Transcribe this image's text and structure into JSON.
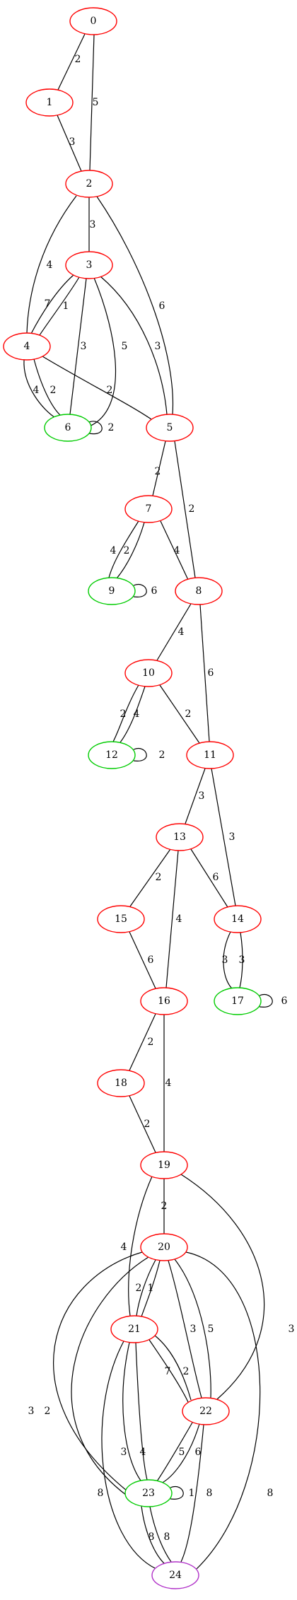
{
  "colors": {
    "default": "#ff0000",
    "green": "#00cc00",
    "purple": "#b030c8",
    "edge": "#000000"
  },
  "nodes": [
    {
      "id": "n0",
      "label": "0",
      "color": "red"
    },
    {
      "id": "n1",
      "label": "1",
      "color": "red"
    },
    {
      "id": "n2",
      "label": "2",
      "color": "red"
    },
    {
      "id": "n3",
      "label": "3",
      "color": "red"
    },
    {
      "id": "n4",
      "label": "4",
      "color": "red"
    },
    {
      "id": "n5",
      "label": "5",
      "color": "red"
    },
    {
      "id": "n6",
      "label": "6",
      "color": "green"
    },
    {
      "id": "n7",
      "label": "7",
      "color": "red"
    },
    {
      "id": "n8",
      "label": "8",
      "color": "red"
    },
    {
      "id": "n9",
      "label": "9",
      "color": "green"
    },
    {
      "id": "n10",
      "label": "10",
      "color": "red"
    },
    {
      "id": "n11",
      "label": "11",
      "color": "red"
    },
    {
      "id": "n12",
      "label": "12",
      "color": "green"
    },
    {
      "id": "n13",
      "label": "13",
      "color": "red"
    },
    {
      "id": "n14",
      "label": "14",
      "color": "red"
    },
    {
      "id": "n15",
      "label": "15",
      "color": "red"
    },
    {
      "id": "n16",
      "label": "16",
      "color": "red"
    },
    {
      "id": "n17",
      "label": "17",
      "color": "green"
    },
    {
      "id": "n18",
      "label": "18",
      "color": "red"
    },
    {
      "id": "n19",
      "label": "19",
      "color": "red"
    },
    {
      "id": "n20",
      "label": "20",
      "color": "red"
    },
    {
      "id": "n21",
      "label": "21",
      "color": "red"
    },
    {
      "id": "n22",
      "label": "22",
      "color": "red"
    },
    {
      "id": "n23",
      "label": "23",
      "color": "green"
    },
    {
      "id": "n24",
      "label": "24",
      "color": "purple"
    }
  ],
  "edges": [
    {
      "id": "e0-1",
      "from": "0",
      "to": "1",
      "label": "2"
    },
    {
      "id": "e0-2",
      "from": "0",
      "to": "2",
      "label": "5"
    },
    {
      "id": "e1-2",
      "from": "1",
      "to": "2",
      "label": "3"
    },
    {
      "id": "e2-3",
      "from": "2",
      "to": "3",
      "label": "3"
    },
    {
      "id": "e2-4",
      "from": "2",
      "to": "4",
      "label": "4"
    },
    {
      "id": "e2-5",
      "from": "2",
      "to": "5",
      "label": "6"
    },
    {
      "id": "e3-4a",
      "from": "3",
      "to": "4",
      "label": "7"
    },
    {
      "id": "e3-4b",
      "from": "3",
      "to": "4",
      "label": "1"
    },
    {
      "id": "e3-6a",
      "from": "3",
      "to": "6",
      "label": "3"
    },
    {
      "id": "e3-6b",
      "from": "3",
      "to": "6",
      "label": "5"
    },
    {
      "id": "e3-5",
      "from": "3",
      "to": "5",
      "label": "3"
    },
    {
      "id": "e4-6a",
      "from": "4",
      "to": "6",
      "label": "4"
    },
    {
      "id": "e4-6b",
      "from": "4",
      "to": "6",
      "label": "2"
    },
    {
      "id": "e4-5",
      "from": "4",
      "to": "5",
      "label": "2"
    },
    {
      "id": "e6-6",
      "from": "6",
      "to": "6",
      "label": "2"
    },
    {
      "id": "e5-7",
      "from": "5",
      "to": "7",
      "label": "2"
    },
    {
      "id": "e5-8",
      "from": "5",
      "to": "8",
      "label": "2"
    },
    {
      "id": "e7-9a",
      "from": "7",
      "to": "9",
      "label": "4"
    },
    {
      "id": "e7-9b",
      "from": "7",
      "to": "9",
      "label": "2"
    },
    {
      "id": "e7-8",
      "from": "7",
      "to": "8",
      "label": "4"
    },
    {
      "id": "e9-9",
      "from": "9",
      "to": "9",
      "label": "6"
    },
    {
      "id": "e8-10",
      "from": "8",
      "to": "10",
      "label": "4"
    },
    {
      "id": "e8-11",
      "from": "8",
      "to": "11",
      "label": "6"
    },
    {
      "id": "e10-12a",
      "from": "10",
      "to": "12",
      "label": "2"
    },
    {
      "id": "e10-12b",
      "from": "10",
      "to": "12",
      "label": "4"
    },
    {
      "id": "e10-11",
      "from": "10",
      "to": "11",
      "label": "2"
    },
    {
      "id": "e12-12",
      "from": "12",
      "to": "12",
      "label": "2"
    },
    {
      "id": "e11-13",
      "from": "11",
      "to": "13",
      "label": "3"
    },
    {
      "id": "e11-14",
      "from": "11",
      "to": "14",
      "label": "3"
    },
    {
      "id": "e13-15",
      "from": "13",
      "to": "15",
      "label": "2"
    },
    {
      "id": "e13-14",
      "from": "13",
      "to": "14",
      "label": "6"
    },
    {
      "id": "e13-16",
      "from": "13",
      "to": "16",
      "label": "4"
    },
    {
      "id": "e14-17a",
      "from": "14",
      "to": "17",
      "label": "3"
    },
    {
      "id": "e14-17b",
      "from": "14",
      "to": "17",
      "label": "3"
    },
    {
      "id": "e17-17",
      "from": "17",
      "to": "17",
      "label": "6"
    },
    {
      "id": "e15-16",
      "from": "15",
      "to": "16",
      "label": "6"
    },
    {
      "id": "e16-18",
      "from": "16",
      "to": "18",
      "label": "2"
    },
    {
      "id": "e16-19",
      "from": "16",
      "to": "19",
      "label": "4"
    },
    {
      "id": "e18-19",
      "from": "18",
      "to": "19",
      "label": "2"
    },
    {
      "id": "e19-20",
      "from": "19",
      "to": "20",
      "label": "2"
    },
    {
      "id": "e19-21",
      "from": "19",
      "to": "21",
      "label": "4"
    },
    {
      "id": "e19-22",
      "from": "19",
      "to": "22",
      "label": "3"
    },
    {
      "id": "e20-21a",
      "from": "20",
      "to": "21",
      "label": "2"
    },
    {
      "id": "e20-21b",
      "from": "20",
      "to": "21",
      "label": "1"
    },
    {
      "id": "e20-22a",
      "from": "20",
      "to": "22",
      "label": "3"
    },
    {
      "id": "e20-22b",
      "from": "20",
      "to": "22",
      "label": "5"
    },
    {
      "id": "e20-23a",
      "from": "20",
      "to": "23",
      "label": "3"
    },
    {
      "id": "e20-23b",
      "from": "20",
      "to": "23",
      "label": "2"
    },
    {
      "id": "e20-24",
      "from": "20",
      "to": "24",
      "label": "8"
    },
    {
      "id": "e21-22a",
      "from": "21",
      "to": "22",
      "label": "7"
    },
    {
      "id": "e21-22b",
      "from": "21",
      "to": "22",
      "label": "2"
    },
    {
      "id": "e21-23a",
      "from": "21",
      "to": "23",
      "label": "3"
    },
    {
      "id": "e21-23b",
      "from": "21",
      "to": "23",
      "label": "4"
    },
    {
      "id": "e21-24",
      "from": "21",
      "to": "24",
      "label": "8"
    },
    {
      "id": "e22-23a",
      "from": "22",
      "to": "23",
      "label": "5"
    },
    {
      "id": "e22-23b",
      "from": "22",
      "to": "23",
      "label": "6"
    },
    {
      "id": "e22-24",
      "from": "22",
      "to": "24",
      "label": "8"
    },
    {
      "id": "e23-23",
      "from": "23",
      "to": "23",
      "label": "1"
    },
    {
      "id": "e23-24a",
      "from": "23",
      "to": "24",
      "label": "8"
    },
    {
      "id": "e23-24b",
      "from": "23",
      "to": "24",
      "label": "8"
    }
  ]
}
